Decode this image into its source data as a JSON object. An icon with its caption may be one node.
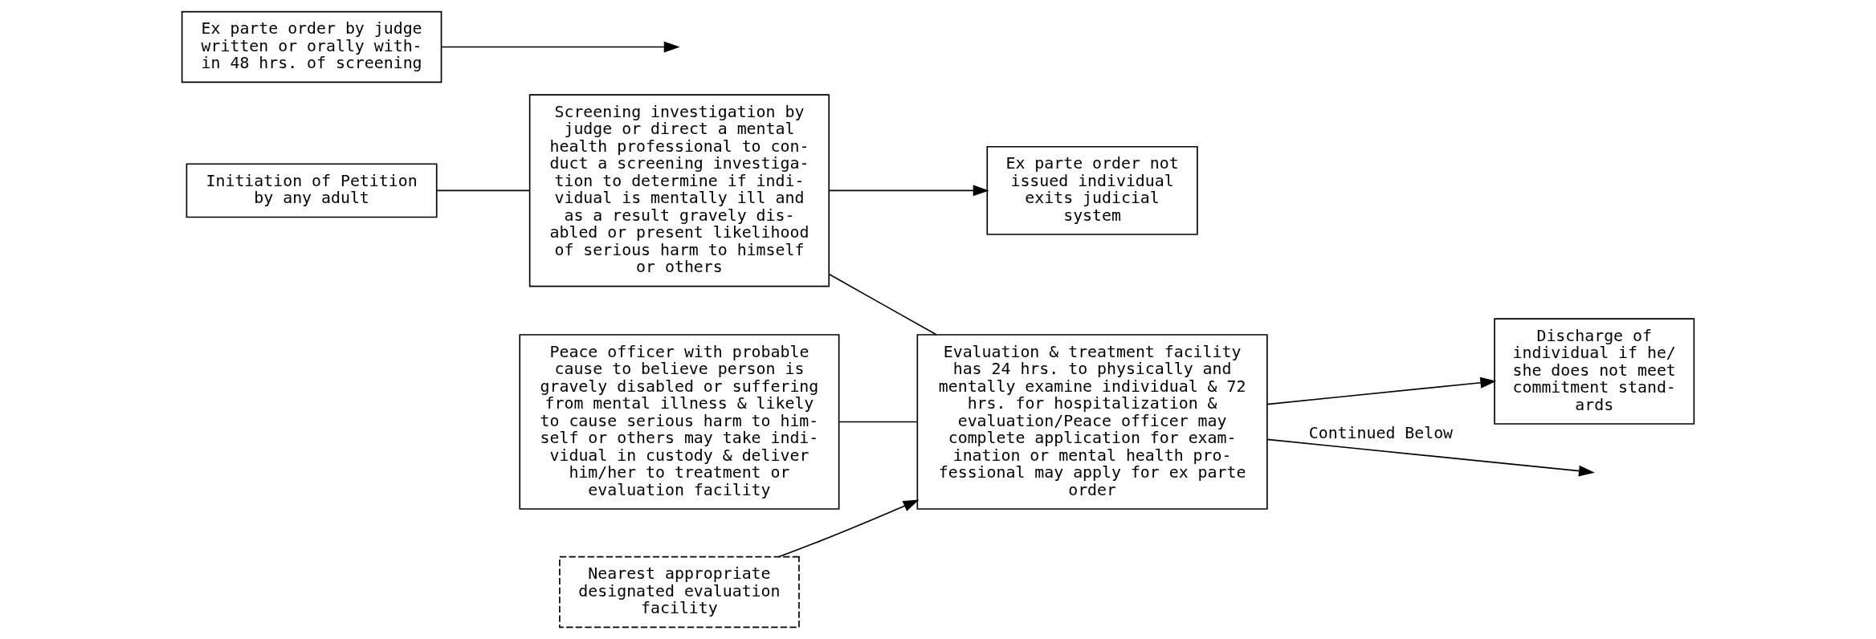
{
  "diagram": {
    "nodes": [
      {
        "text": [
          "Initiation of Petition by any adult"
        ]
      },
      {
        "text": [
          "Screening investigation by judge or direct a mental health professional to con- duct a screening investiga- tion to determine if indi- vidual is mentally ill and as a result gravely dis- abled or present likelihood of serious harm to himself or others"
        ]
      },
      {
        "text": [
          "Ex parte order by judge written or orally with- in 48 hrs. of screening"
        ]
      },
      {
        "text": [
          "Ex parte order not issued individual exits judicial system"
        ]
      },
      {
        "text": [
          "Peace officer with probable cause to believe person is gravely disabled or suffering from mental illness & likely to cause serious harm to him- self or others may take indi- vidual in custody & deliver him/her to treatment or evaluation facility"
        ]
      },
      {
        "text": [
          "Nearest appropriate designated evaluation facility"
        ]
      },
      {
        "text": [
          "Evaluation & treatment facility has 24 hrs. to physically and mentally examine individual & 72 hrs. for hospitalization & evaluation/Peace officer may complete application for exam- ination or mental health pro- fessional may apply for ex parte order"
        ]
      },
      {
        "text": [
          "Discharge of individual if he/ she does not meet commitment stand- ards"
        ]
      }
    ],
    "edges": [
      {
        "from": 0,
        "to": 1,
        "arrow": "none"
      },
      {
        "from": 1,
        "to": 6,
        "arrow": "none"
      },
      {
        "from": 4,
        "to": 6,
        "arrow": "none"
      },
      {
        "from": 1,
        "to": 3,
        "arrow": "to"
      },
      {
        "from": 2,
        "to": null,
        "arrow": "to"
      },
      {
        "from": 5,
        "to": 6,
        "arrow": "to"
      },
      {
        "from": 6,
        "to": null,
        "arrow": "to",
        "label": "Continued Below"
      },
      {
        "from": 6,
        "to": 7,
        "arrow": "to"
      }
    ]
  }
}
